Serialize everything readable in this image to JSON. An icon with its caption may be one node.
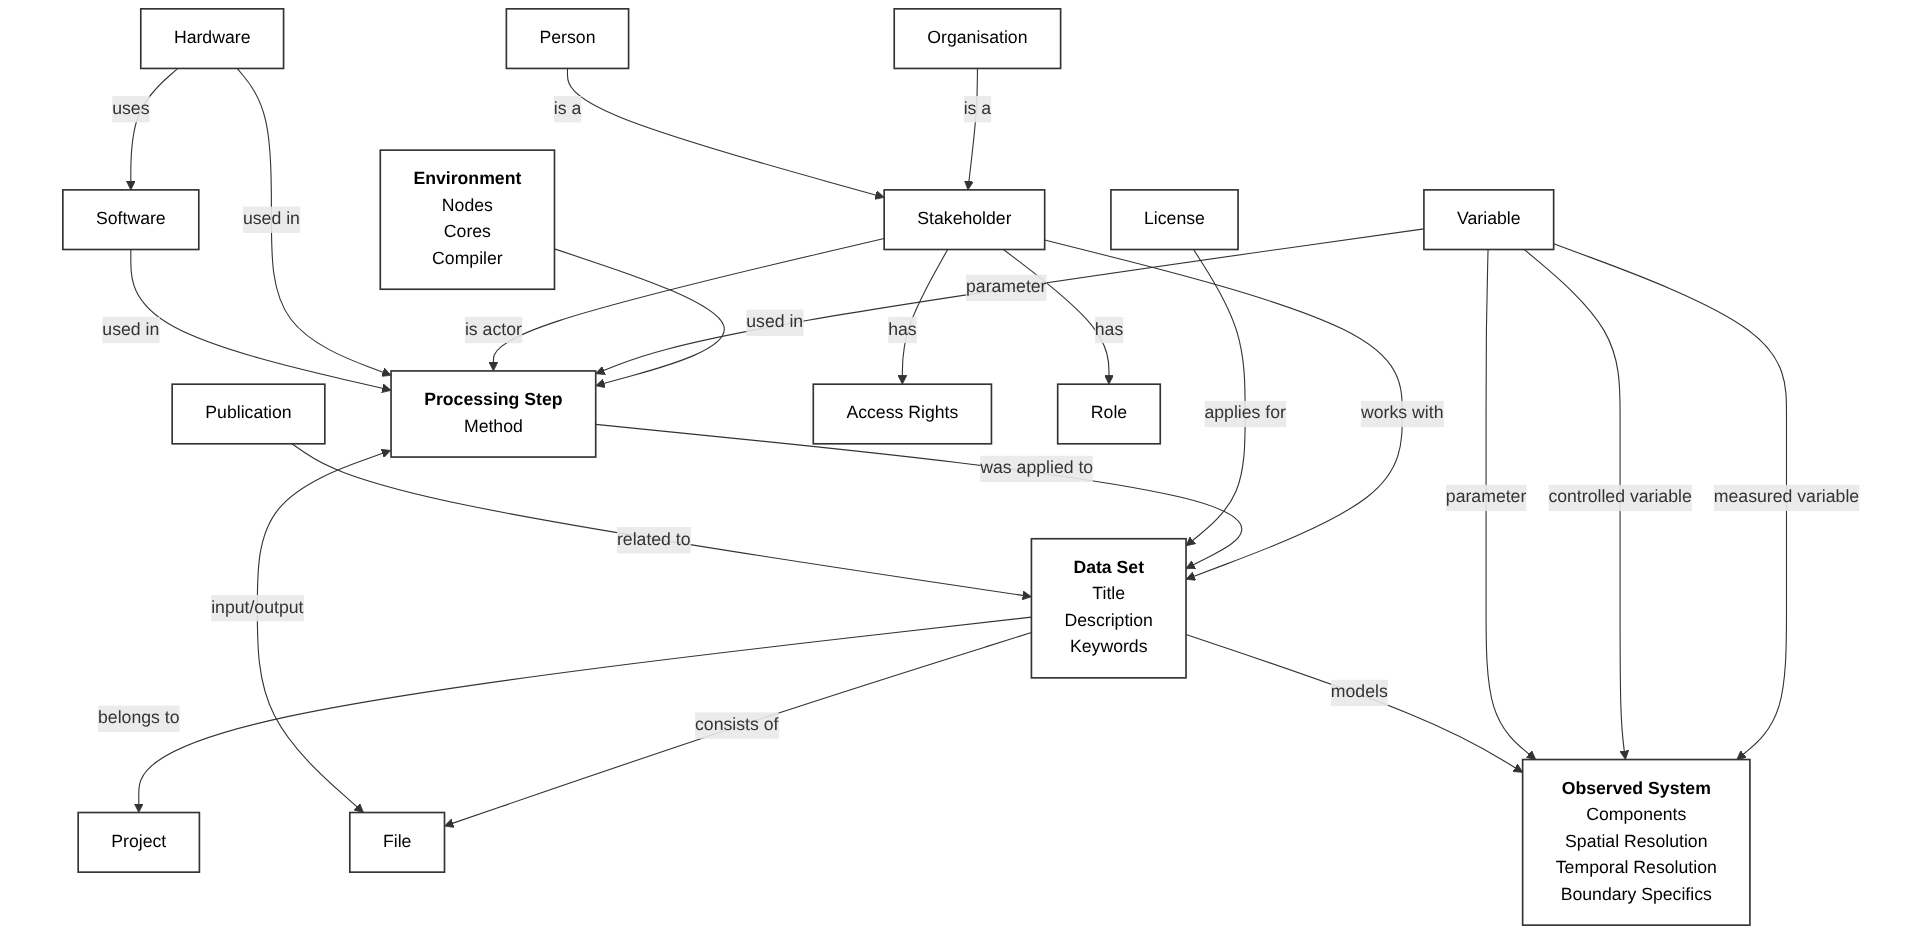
{
  "diagram": {
    "nodes": [
      {
        "text": [
          "Software"
        ]
      },
      {
        "text": [
          "Hardware"
        ]
      },
      {
        "text": [
          "Publication"
        ]
      },
      {
        "text": [
          "Project"
        ]
      },
      {
        "text": [
          "Processing Step",
          "Method"
        ]
      },
      {
        "text": [
          "Data Set",
          "Title",
          "Description",
          "Keywords"
        ]
      },
      {
        "text": [
          "License"
        ]
      },
      {
        "text": [
          "Variable"
        ]
      },
      {
        "text": [
          "Access Rights"
        ]
      },
      {
        "text": [
          "Role"
        ]
      },
      {
        "text": [
          "Environment",
          "Nodes",
          "Cores",
          "Compiler"
        ]
      },
      {
        "text": [
          "Stakeholder"
        ]
      },
      {
        "text": [
          "File"
        ]
      },
      {
        "text": [
          "Person"
        ]
      },
      {
        "text": [
          "Organisation"
        ]
      },
      {
        "text": [
          "Observed System",
          "Components",
          "Spatial Resolution",
          "Temporal Resolution",
          "Boundary Specifics"
        ]
      }
    ],
    "edges": [
      {
        "from": 1,
        "to": 0,
        "arrow": "to",
        "label": "uses"
      },
      {
        "from": 0,
        "to": 4,
        "arrow": "to",
        "label": "used in"
      },
      {
        "from": 1,
        "to": 4,
        "arrow": "to",
        "label": "used in"
      },
      {
        "from": 11,
        "to": 4,
        "arrow": "to",
        "label": "is actor"
      },
      {
        "from": 2,
        "to": 5,
        "arrow": "to",
        "label": "related to"
      },
      {
        "from": 5,
        "to": 3,
        "arrow": "to",
        "label": "belongs to"
      },
      {
        "from": 6,
        "to": 5,
        "arrow": "to",
        "label": "applies for"
      },
      {
        "from": 7,
        "to": 4,
        "arrow": "to",
        "label": "parameter"
      },
      {
        "from": 4,
        "to": 5,
        "arrow": "to",
        "label": "was applied to"
      },
      {
        "from": 10,
        "to": 4,
        "arrow": "to",
        "label": "used in"
      },
      {
        "from": 4,
        "to": 12,
        "arrow": "both",
        "label": "input/output"
      },
      {
        "from": 11,
        "to": 8,
        "arrow": "to",
        "label": "has"
      },
      {
        "from": 11,
        "to": 9,
        "arrow": "to",
        "label": "has"
      },
      {
        "from": 11,
        "to": 5,
        "arrow": "to",
        "label": "works with"
      },
      {
        "from": 5,
        "to": 12,
        "arrow": "to",
        "label": "consists of"
      },
      {
        "from": 5,
        "to": 15,
        "arrow": "to",
        "label": "models"
      },
      {
        "from": 13,
        "to": 11,
        "arrow": "to",
        "label": "is a"
      },
      {
        "from": 14,
        "to": 11,
        "arrow": "to",
        "label": "is a"
      },
      {
        "from": 7,
        "to": 15,
        "arrow": "to",
        "label": "parameter"
      },
      {
        "from": 7,
        "to": 15,
        "arrow": "to",
        "label": "controlled variable"
      },
      {
        "from": 7,
        "to": 15,
        "arrow": "to",
        "label": "measured variable"
      }
    ]
  }
}
